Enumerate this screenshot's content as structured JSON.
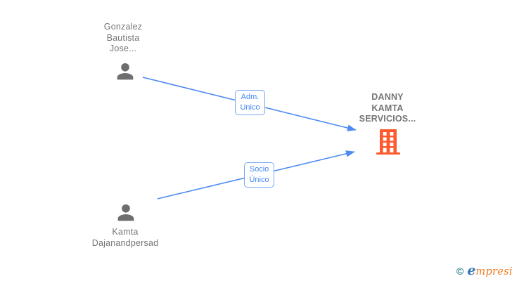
{
  "diagram": {
    "person1": {
      "name": "Gonzalez\nBautista\nJose..."
    },
    "person2": {
      "name": "Kamta\nDajanandpersad"
    },
    "company": {
      "name": "DANNY\nKAMTA\nSERVICIOS..."
    },
    "edge1": {
      "label": "Adm.\nUnico"
    },
    "edge2": {
      "label": "Socio\nÚnico"
    }
  },
  "colors": {
    "node_text_gray": "#757575",
    "person_icon_gray": "#6e6e6e",
    "edge_line_blue": "#4e8af0",
    "edge_chip_border": "#76a7f5",
    "edge_chip_text": "#4285f4",
    "building_orange": "#ff5a2e",
    "logo_teal": "#2a7f8e",
    "logo_blue": "#3476b4",
    "logo_orange": "#ee7c22"
  },
  "footer": {
    "copyright_symbol": "©",
    "brand_initial": "e",
    "brand_rest": "mpresia"
  }
}
